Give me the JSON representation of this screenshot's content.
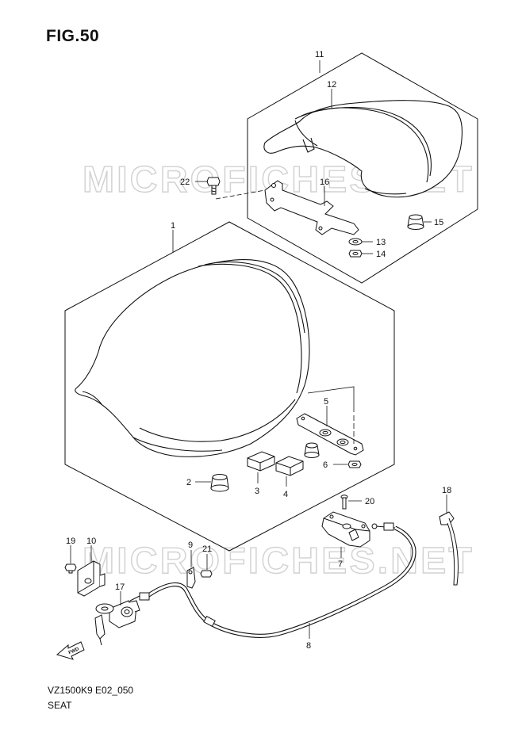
{
  "figure": {
    "title": "FIG.50",
    "code": "VZ1500K9 E02_050",
    "name": "SEAT"
  },
  "watermark": {
    "text": "MICROFICHES.NET"
  },
  "fwd_arrow": {
    "label": "FWD"
  },
  "parts": [
    {
      "id": "p1",
      "label": "1"
    },
    {
      "id": "p2",
      "label": "2"
    },
    {
      "id": "p3",
      "label": "3"
    },
    {
      "id": "p4",
      "label": "4"
    },
    {
      "id": "p5",
      "label": "5"
    },
    {
      "id": "p6",
      "label": "6"
    },
    {
      "id": "p7",
      "label": "7"
    },
    {
      "id": "p8",
      "label": "8"
    },
    {
      "id": "p9",
      "label": "9"
    },
    {
      "id": "p10",
      "label": "10"
    },
    {
      "id": "p11",
      "label": "11"
    },
    {
      "id": "p12",
      "label": "12"
    },
    {
      "id": "p13",
      "label": "13"
    },
    {
      "id": "p14",
      "label": "14"
    },
    {
      "id": "p15",
      "label": "15"
    },
    {
      "id": "p16",
      "label": "16"
    },
    {
      "id": "p17",
      "label": "17"
    },
    {
      "id": "p18",
      "label": "18"
    },
    {
      "id": "p19",
      "label": "19"
    },
    {
      "id": "p20",
      "label": "20"
    },
    {
      "id": "p21",
      "label": "21"
    },
    {
      "id": "p22",
      "label": "22"
    }
  ]
}
